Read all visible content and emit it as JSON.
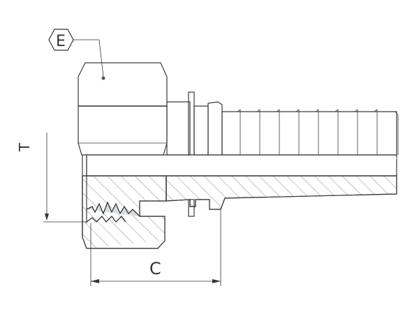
{
  "labels": {
    "e": "E",
    "t": "T",
    "c": "C"
  },
  "colors": {
    "line": "#3a3a3a",
    "nut_top": "#c8ccd0",
    "nut_mid": "#dfe2e5",
    "steel_light": "#f2f4f5",
    "steel_mid": "#cfd3d6",
    "steel_dark": "#9ea4a8",
    "bore": "#eef0f1"
  }
}
